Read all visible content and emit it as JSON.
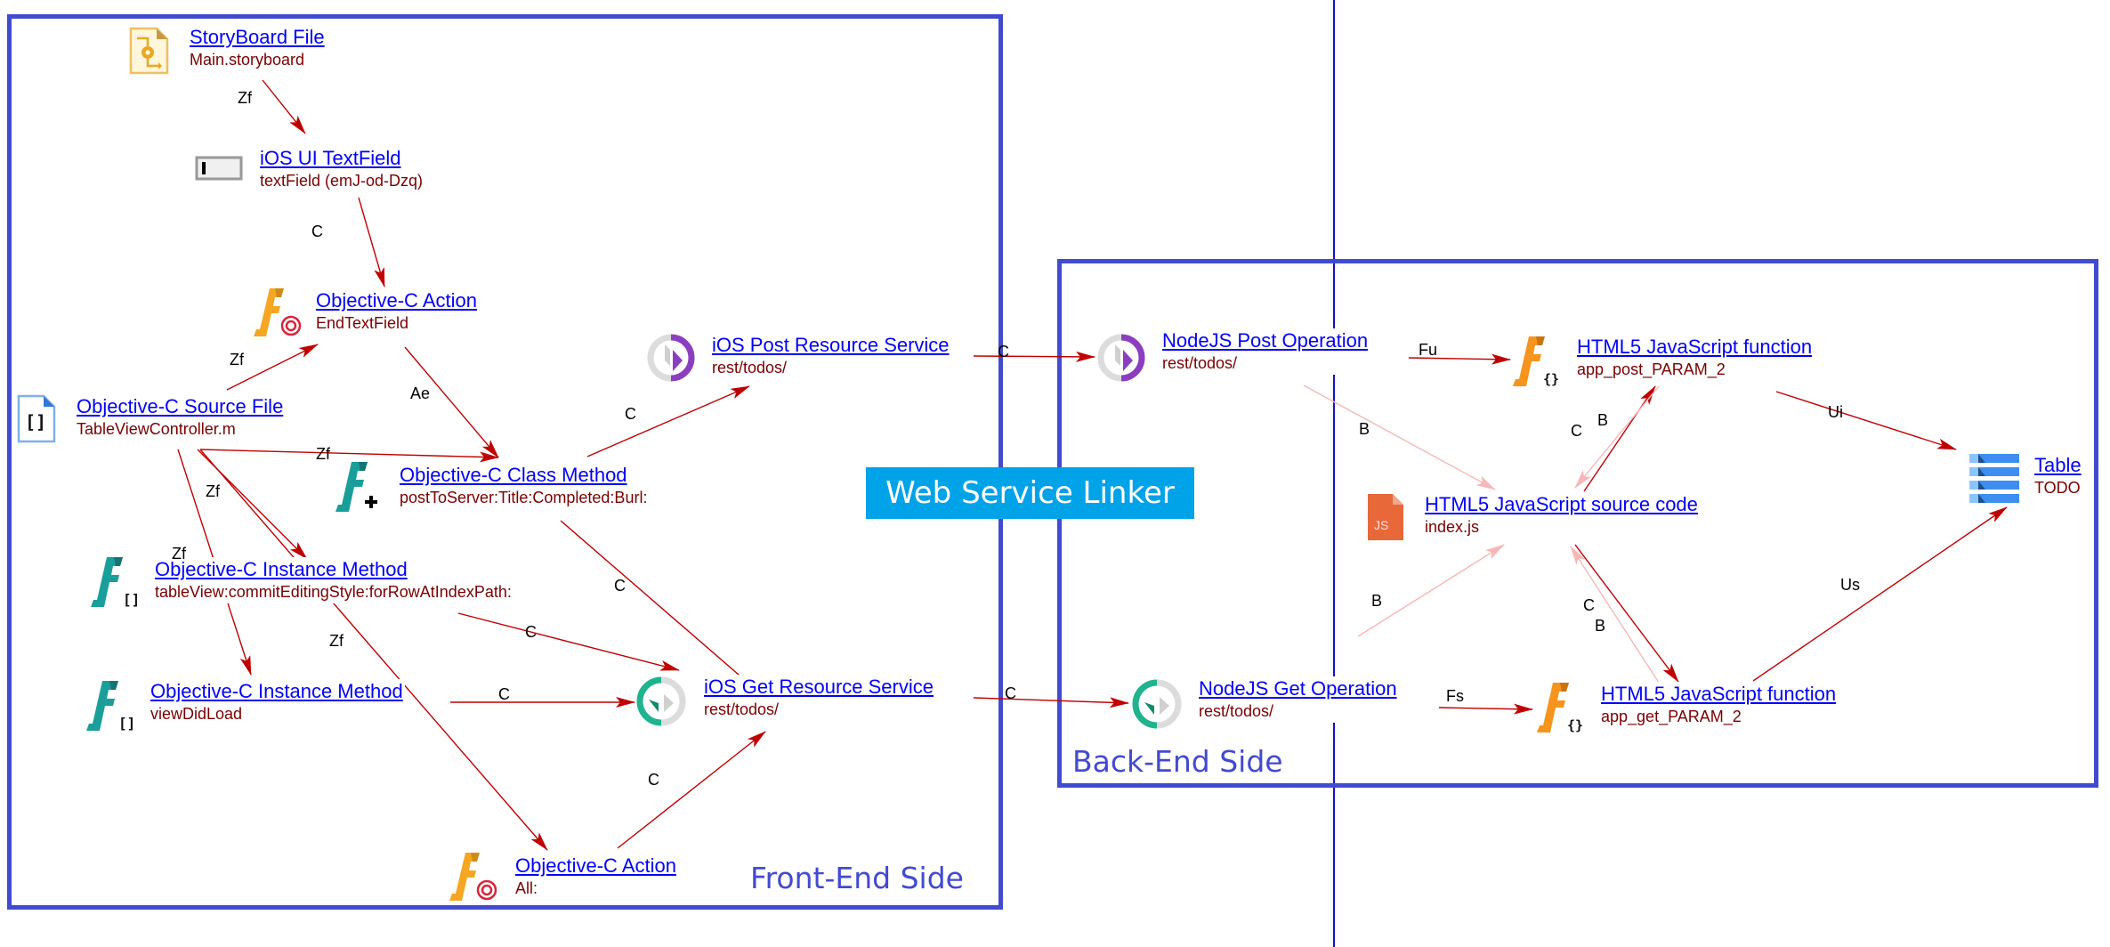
{
  "banner": "Web Service Linker",
  "groups": {
    "front": "Front-End Side",
    "back": "Back-End Side"
  },
  "colors": {
    "group_border": "#414bd0",
    "banner_bg": "#00a2e8",
    "edge_strong": "#c00000",
    "edge_light": "#f7b7b7",
    "link": "#0000ff",
    "subtitle": "#7a0000"
  },
  "nodes": {
    "storyboard": {
      "title": "StoryBoard File",
      "sub": "Main.storyboard",
      "icon": "storyboard-file-icon"
    },
    "textfield": {
      "title": "iOS UI TextField",
      "sub": "textField (emJ-od-Dzq)",
      "icon": "textfield-icon"
    },
    "action_end": {
      "title": "Objective-C Action",
      "sub": "EndTextField",
      "icon": "objc-action-icon"
    },
    "source_file": {
      "title": "Objective-C Source File",
      "sub": "TableViewController.m",
      "icon": "objc-source-file-icon"
    },
    "class_method": {
      "title": "Objective-C Class Method",
      "sub": "postToServer:Title:Completed:Burl:",
      "icon": "objc-class-method-icon"
    },
    "ios_post": {
      "title": "iOS Post Resource Service",
      "sub": "rest/todos/",
      "icon": "post-service-icon"
    },
    "instance_commit": {
      "title": "Objective-C Instance Method",
      "sub": "tableView:commitEditingStyle:forRowAtIndexPath:",
      "icon": "objc-instance-method-icon"
    },
    "instance_load": {
      "title": "Objective-C Instance Method",
      "sub": "viewDidLoad",
      "icon": "objc-instance-method-icon"
    },
    "ios_get": {
      "title": "iOS Get Resource Service",
      "sub": "rest/todos/",
      "icon": "get-service-icon"
    },
    "action_all": {
      "title": "Objective-C Action",
      "sub": "All:",
      "icon": "objc-action-icon"
    },
    "node_post": {
      "title": "NodeJS Post Operation",
      "sub": "rest/todos/",
      "icon": "post-operation-icon"
    },
    "fn_post": {
      "title": "HTML5 JavaScript function",
      "sub": "app_post_PARAM_2",
      "icon": "js-function-icon"
    },
    "js_source": {
      "title": "HTML5 JavaScript source code",
      "sub": "index.js",
      "icon": "js-file-icon"
    },
    "table": {
      "title": "Table",
      "sub": "TODO",
      "icon": "table-icon"
    },
    "node_get": {
      "title": "NodeJS Get Operation",
      "sub": "rest/todos/",
      "icon": "get-operation-icon"
    },
    "fn_get": {
      "title": "HTML5 JavaScript function",
      "sub": "app_get_PARAM_2",
      "icon": "js-function-icon"
    }
  },
  "edges": [
    {
      "from": "storyboard",
      "to": "textfield",
      "label": "Zf",
      "style": "strong"
    },
    {
      "from": "textfield",
      "to": "action_end",
      "label": "C",
      "style": "strong"
    },
    {
      "from": "source_file",
      "to": "action_end",
      "label": "Zf",
      "style": "strong"
    },
    {
      "from": "action_end",
      "to": "class_method",
      "label": "Ae",
      "style": "strong"
    },
    {
      "from": "class_method",
      "to": "ios_post",
      "label": "C",
      "style": "strong"
    },
    {
      "from": "source_file",
      "to": "class_method",
      "label": "Zf",
      "style": "strong"
    },
    {
      "from": "source_file",
      "to": "instance_commit",
      "label": "Zf",
      "style": "strong"
    },
    {
      "from": "source_file",
      "to": "instance_load",
      "label": "Zf",
      "style": "strong"
    },
    {
      "from": "source_file",
      "to": "action_all",
      "label": "Zf",
      "style": "strong"
    },
    {
      "from": "class_method",
      "to": "ios_get",
      "label": "C",
      "style": "strong"
    },
    {
      "from": "instance_commit",
      "to": "ios_get",
      "label": "C",
      "style": "strong"
    },
    {
      "from": "instance_load",
      "to": "ios_get",
      "label": "C",
      "style": "strong"
    },
    {
      "from": "action_all",
      "to": "ios_get",
      "label": "C",
      "style": "strong"
    },
    {
      "from": "ios_post",
      "to": "node_post",
      "label": "C",
      "style": "strong"
    },
    {
      "from": "ios_get",
      "to": "node_get",
      "label": "C",
      "style": "strong"
    },
    {
      "from": "node_post",
      "to": "fn_post",
      "label": "Fu",
      "style": "strong"
    },
    {
      "from": "node_post",
      "to": "js_source",
      "label": "B",
      "style": "light"
    },
    {
      "from": "js_source",
      "to": "fn_post",
      "label": "C",
      "style": "strong"
    },
    {
      "from": "fn_post",
      "to": "js_source",
      "label": "B",
      "style": "light"
    },
    {
      "from": "fn_post",
      "to": "table",
      "label": "Ui",
      "style": "strong"
    },
    {
      "from": "node_get",
      "to": "js_source",
      "label": "B",
      "style": "light"
    },
    {
      "from": "js_source",
      "to": "fn_get",
      "label": "C",
      "style": "strong"
    },
    {
      "from": "fn_get",
      "to": "js_source",
      "label": "B",
      "style": "light"
    },
    {
      "from": "node_get",
      "to": "fn_get",
      "label": "Fs",
      "style": "strong"
    },
    {
      "from": "fn_get",
      "to": "table",
      "label": "Us",
      "style": "strong"
    }
  ]
}
